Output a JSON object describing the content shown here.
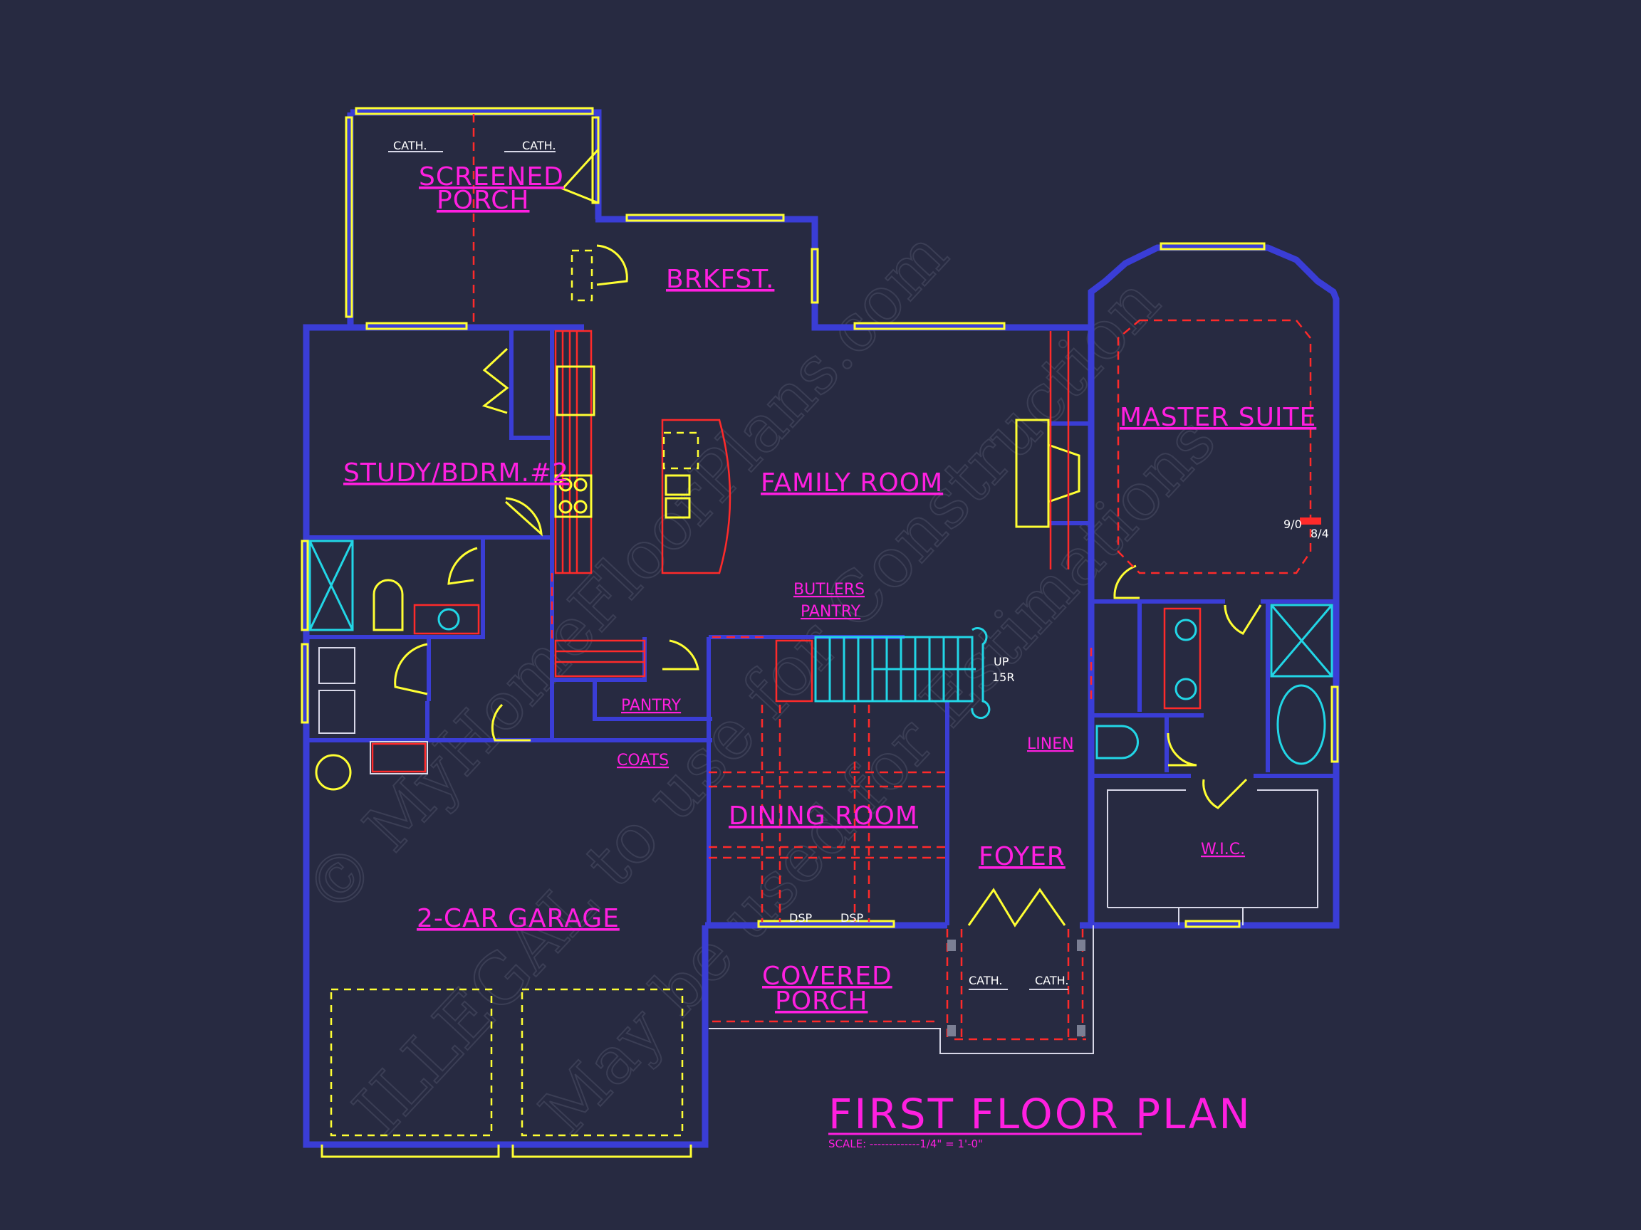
{
  "title": "FIRST FLOOR PLAN",
  "scale": "SCALE: -------------1/4\" = 1'-0\"",
  "watermark": {
    "line1": "© MyHomeFloorPlans.com",
    "line2": "ILLEGAL to use for Construction",
    "line3": "May be used for Estimations"
  },
  "rooms": {
    "screened_porch_1": "SCREENED",
    "screened_porch_2": "PORCH",
    "brkfst": "BRKFST.",
    "master_suite": "MASTER SUITE",
    "study": "STUDY/BDRM.#2",
    "family_room": "FAMILY ROOM",
    "butlers_1": "BUTLERS",
    "butlers_2": "PANTRY",
    "pantry": "PANTRY",
    "coats": "COATS",
    "linen": "LINEN",
    "dining_room": "DINING ROOM",
    "foyer": "FOYER",
    "wic": "W.I.C.",
    "garage": "2-CAR GARAGE",
    "covered_porch_1": "COVERED",
    "covered_porch_2": "PORCH"
  },
  "notes": {
    "cath_1": "CATH.",
    "cath_2": "CATH.",
    "cath_3": "CATH.",
    "cath_4": "CATH.",
    "dsp_1": "DSP",
    "dsp_2": "DSP",
    "up": "UP",
    "risers": "15R",
    "ceiling_1": "9/0",
    "ceiling_2": "8/4"
  },
  "colors": {
    "background": "#272a41",
    "walls": "#3a3dd6",
    "labels": "#ff1fe0",
    "windows_doors": "#ffff33",
    "hidden_lines": "#ff2a2a",
    "fixtures": "#22d6e6"
  }
}
